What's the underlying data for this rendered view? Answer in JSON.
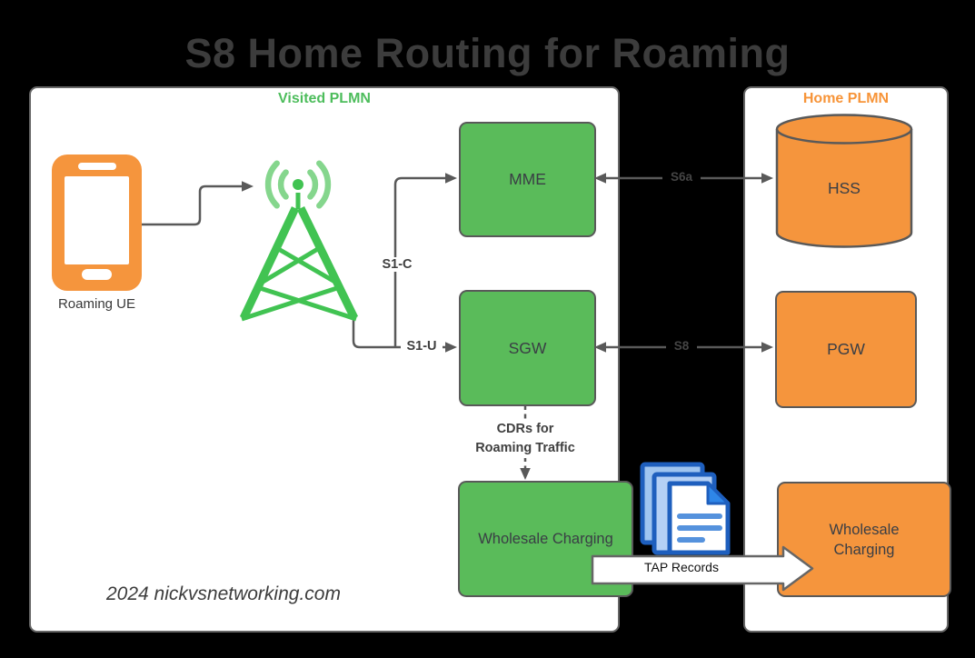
{
  "title": "S8 Home Routing for Roaming",
  "footer_credit": "2024 nickvsnetworking.com",
  "visited_plmn": {
    "label": "Visited PLMN",
    "roaming_ue_label": "Roaming UE",
    "mme_label": "MME",
    "sgw_label": "SGW",
    "wholesale_charging_label": "Wholesale Charging"
  },
  "home_plmn": {
    "label": "Home PLMN",
    "hss_label": "HSS",
    "pgw_label": "PGW",
    "wholesale_charging_label": "Wholesale Charging"
  },
  "interfaces": {
    "s1c": "S1-C",
    "s1u": "S1-U",
    "s6a": "S6a",
    "s8": "S8"
  },
  "flows": {
    "cdrs_line1": "CDRs for",
    "cdrs_line2": "Roaming Traffic",
    "tap_records": "TAP Records"
  },
  "colors": {
    "background": "#000000",
    "panel_fill": "#FFFFFF",
    "panel_border": "#666666",
    "visited_label_green": "#4DBD5C",
    "home_label_orange": "#F79438",
    "node_green": "#5ABB5A",
    "node_orange": "#F5953D",
    "node_border": "#595959",
    "connector_gray": "#595959",
    "title_gray": "#3C3C3C",
    "tower_green": "#41C352",
    "tower_wave_green": "#85D68D",
    "document_blue": "#1E5FBE"
  }
}
